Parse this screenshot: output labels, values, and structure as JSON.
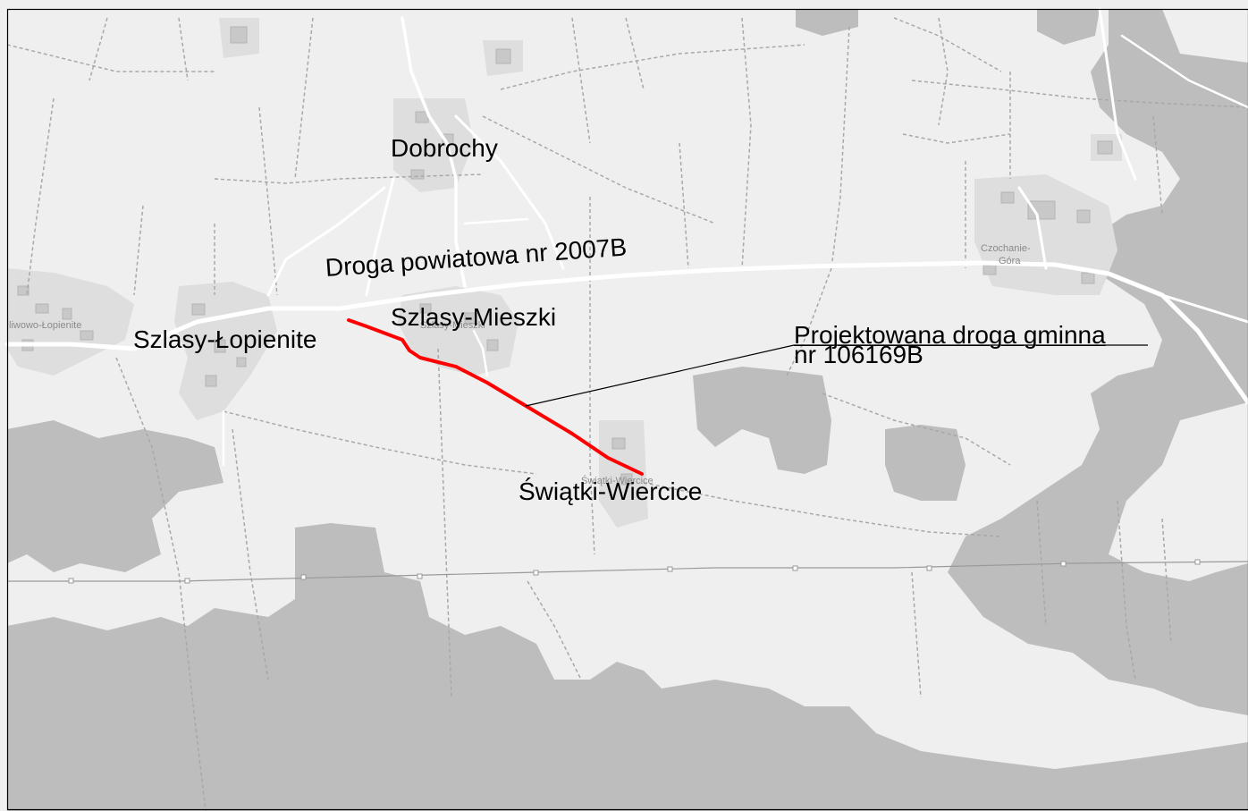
{
  "map": {
    "colors": {
      "background": "#efefef",
      "forest": "#bdbdbd",
      "settlement": "#dedede",
      "building": "#c8c8c8",
      "road": "#ffffff",
      "track": "#a8a8a8",
      "route": "#ff0000",
      "frame": "#000000"
    },
    "labels": {
      "dobrochy": "Dobrochy",
      "szlasy_lopienite": "Szlasy-Łopienite",
      "szlasy_mieszki": "Szlasy-Mieszki",
      "swiatki_wiercice": "Świątki-Wiercice",
      "county_road": "Droga powiatowa nr 2007B"
    },
    "callout": {
      "line1": "Projektowana droga gminna",
      "line2": "nr 106169B"
    },
    "basemap_labels": {
      "czochanie": "Czochanie-",
      "gora": "Góra",
      "left_village": "liwowo-Łopienite",
      "szlasy_small": "Szlasy-Mieszki",
      "swiatki_small": "Świątki-Wiercice"
    }
  }
}
